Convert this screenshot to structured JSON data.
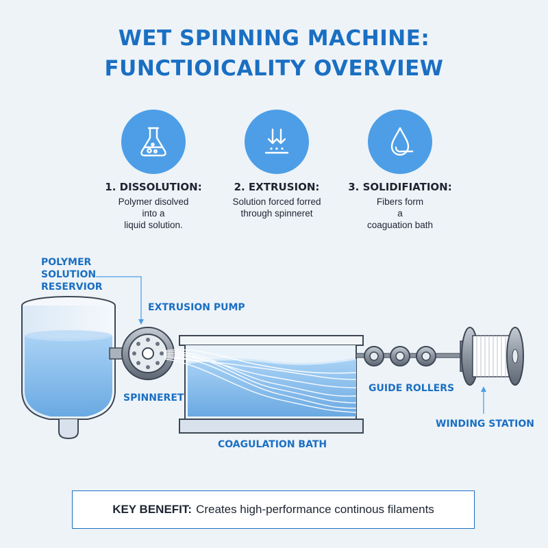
{
  "title": {
    "line1": "WET SPINNING MACHINE:",
    "line2": "FUNCTIOICALITY OVERVIEW"
  },
  "steps": [
    {
      "icon": "flask-icon",
      "heading": "1. DISSOLUTION:",
      "desc": "Polymer disolved\ninto a\nliquid solution."
    },
    {
      "icon": "extrusion-arrows-icon",
      "heading": "2. EXTRUSION:",
      "desc": "Solution forced forred\nthrough spinneret"
    },
    {
      "icon": "droplet-icon",
      "heading": "3. SOLIDIFIATION:",
      "desc": "Fibers form\na\ncoaguation bath"
    }
  ],
  "labels": {
    "reservoir": "POLYMER\nSOLUTION\nRESERVIOR",
    "pump": "EXTRUSION PUMP",
    "spinneret": "SPINNERET",
    "bath": "COAGULATION BATH",
    "rollers": "GUIDE ROLLERS",
    "winding": "WINDING STATION"
  },
  "benefit": {
    "label": "KEY BENEFIT:",
    "text": "Creates high-performance continous filaments"
  },
  "colors": {
    "accent": "#1a6fc2",
    "icon_circle": "#4d9ee6",
    "liquid": "#8ec0ee",
    "background": "#eef3f8"
  }
}
